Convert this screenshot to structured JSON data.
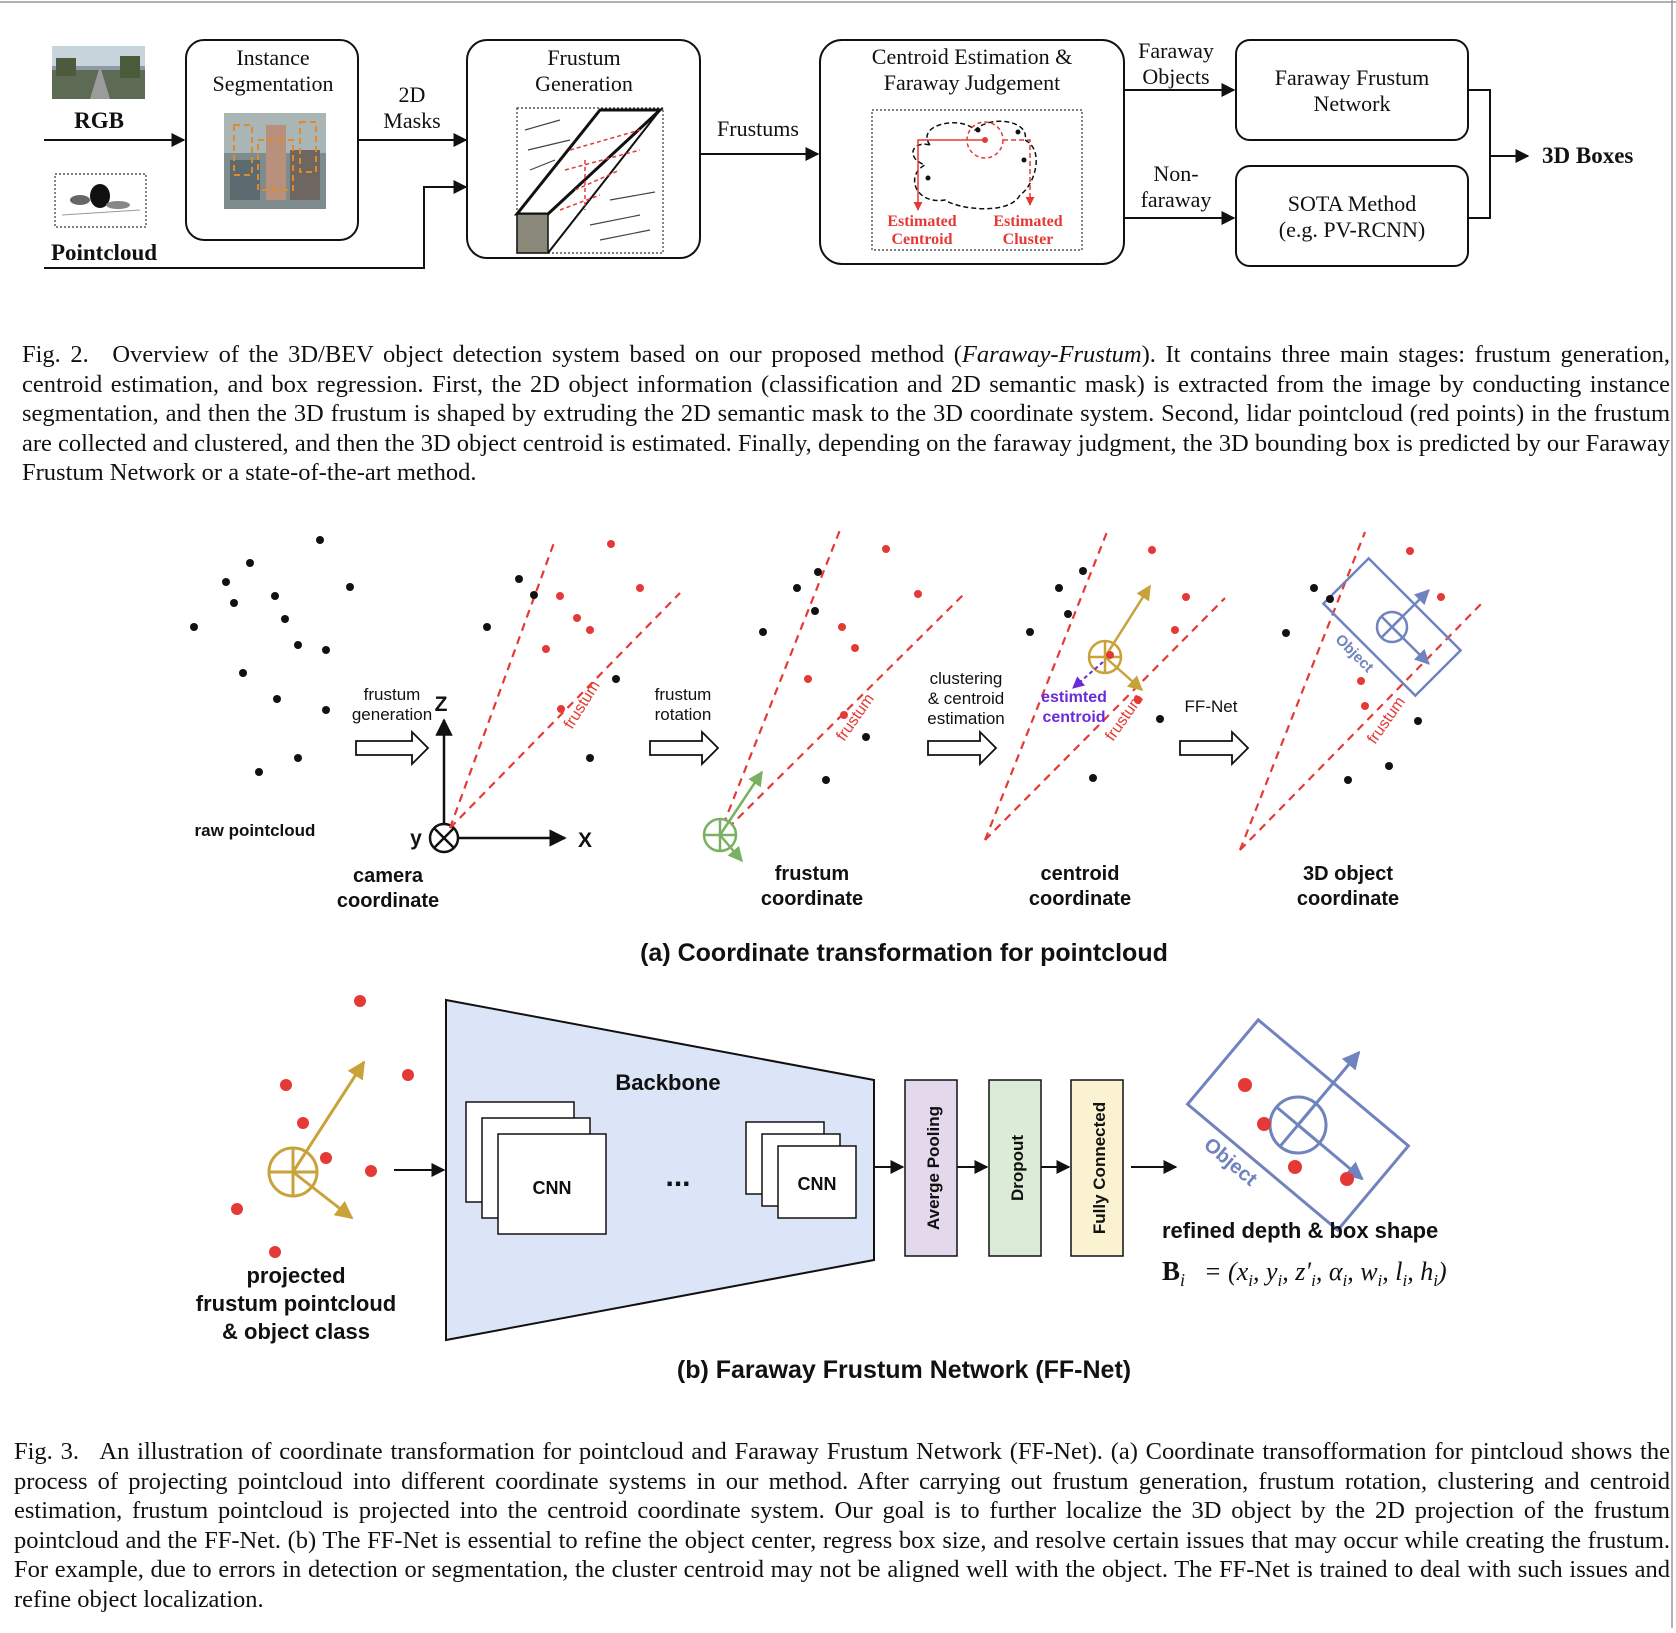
{
  "fig2": {
    "inputs": {
      "rgb": "RGB",
      "pointcloud": "Pointcloud"
    },
    "boxes": {
      "instance_seg": [
        "Instance",
        "Segmentation"
      ],
      "frustum_gen": [
        "Frustum",
        "Generation"
      ],
      "centroid": [
        "Centroid Estimation &",
        "Faraway Judgement"
      ],
      "ff_network": [
        "Faraway Frustum",
        "Network"
      ],
      "sota": [
        "SOTA Method",
        "(e.g. PV-RCNN)"
      ]
    },
    "edges": {
      "masks": [
        "2D",
        "Masks"
      ],
      "frustums": "Frustums",
      "faraway": [
        "Faraway",
        "Objects"
      ],
      "nonfaraway": [
        "Non-",
        "faraway"
      ],
      "output": "3D Boxes"
    },
    "inner": {
      "est_centroid": [
        "Estimated",
        "Centroid"
      ],
      "est_cluster": [
        "Estimated",
        "Cluster"
      ]
    },
    "caption": {
      "label": "Fig. 2.",
      "pre": "Overview of the 3D/BEV object detection system based on our proposed method (",
      "method": "Faraway-Frustum",
      "post": "). It contains three main stages: frustum generation, centroid estimation, and box regression. First, the 2D object information (classification and 2D semantic mask) is extracted from the image by conducting instance segmentation, and then the 3D frustum is shaped by extruding the 2D semantic mask to the 3D coordinate system. Second, lidar pointcloud (red points) in the frustum are collected and clustered, and then the 3D object centroid is estimated. Finally, depending on the faraway judgment, the 3D bounding box is predicted by our Faraway Frustum Network or a state-of-the-art method."
    }
  },
  "fig3a": {
    "title": "(a) Coordinate transformation for pointcloud",
    "raw": "raw pointcloud",
    "arrows": {
      "a1": [
        "frustum",
        "generation"
      ],
      "a2": [
        "frustum",
        "rotation"
      ],
      "a3": [
        "clustering",
        "& centroid",
        "estimation"
      ],
      "a4": "FF-Net"
    },
    "axes": {
      "z": "Z",
      "y": "y",
      "x": "X"
    },
    "frustum_word": "frustum",
    "estimated": [
      "estimted",
      "centroid"
    ],
    "object_word": "Object",
    "panels": {
      "camera": [
        "camera",
        "coordinate"
      ],
      "frustum": [
        "frustum",
        "coordinate"
      ],
      "centroid": [
        "centroid",
        "coordinate"
      ],
      "object3d": [
        "3D object",
        "coordinate"
      ]
    }
  },
  "fig3b": {
    "title": "(b) Faraway Frustum Network (FF-Net)",
    "input_label": [
      "projected",
      "frustum pointcloud",
      "& object class"
    ],
    "backbone": "Backbone",
    "cnn": "CNN",
    "dots": "...",
    "layers": {
      "avg": "Averge Pooling",
      "dropout": "Dropout",
      "fc": "Fully Connected"
    },
    "object_word": "Object",
    "output_label": "refined depth & box shape",
    "formula": "B_i = (x_i, y_i, z'_i, α_i, w_i, l_i, h_i)"
  },
  "fig3_caption": {
    "label": "Fig. 3.",
    "text": "An illustration of coordinate transformation for pointcloud and Faraway Frustum Network (FF-Net). (a) Coordinate transofformation for pintcloud shows the process of projecting pointcloud into different coordinate systems in our method. After carrying out frustum generation, frustum rotation, clustering and centroid estimation, frustum pointcloud is projected into the centroid coordinate system. Our goal is to further localize the 3D object by the 2D projection of the frustum pointcloud and the FF-Net. (b) The FF-Net is essential to refine the object center, regress box size, and resolve certain issues that may occur while creating the frustum. For example, due to errors in detection or segmentation, the cluster centroid may not be aligned well with the object. The FF-Net is trained to deal with such issues and refine object localization."
  },
  "colors": {
    "red": "#e53935",
    "blue": "#7183bf",
    "gold": "#c9a23a",
    "green": "#7ab062",
    "purple": "#6a2bd9",
    "backbone": "#dbe5f7",
    "avg": "#e3d8ec",
    "dropout": "#dcebd6",
    "fc": "#faf2d0"
  }
}
